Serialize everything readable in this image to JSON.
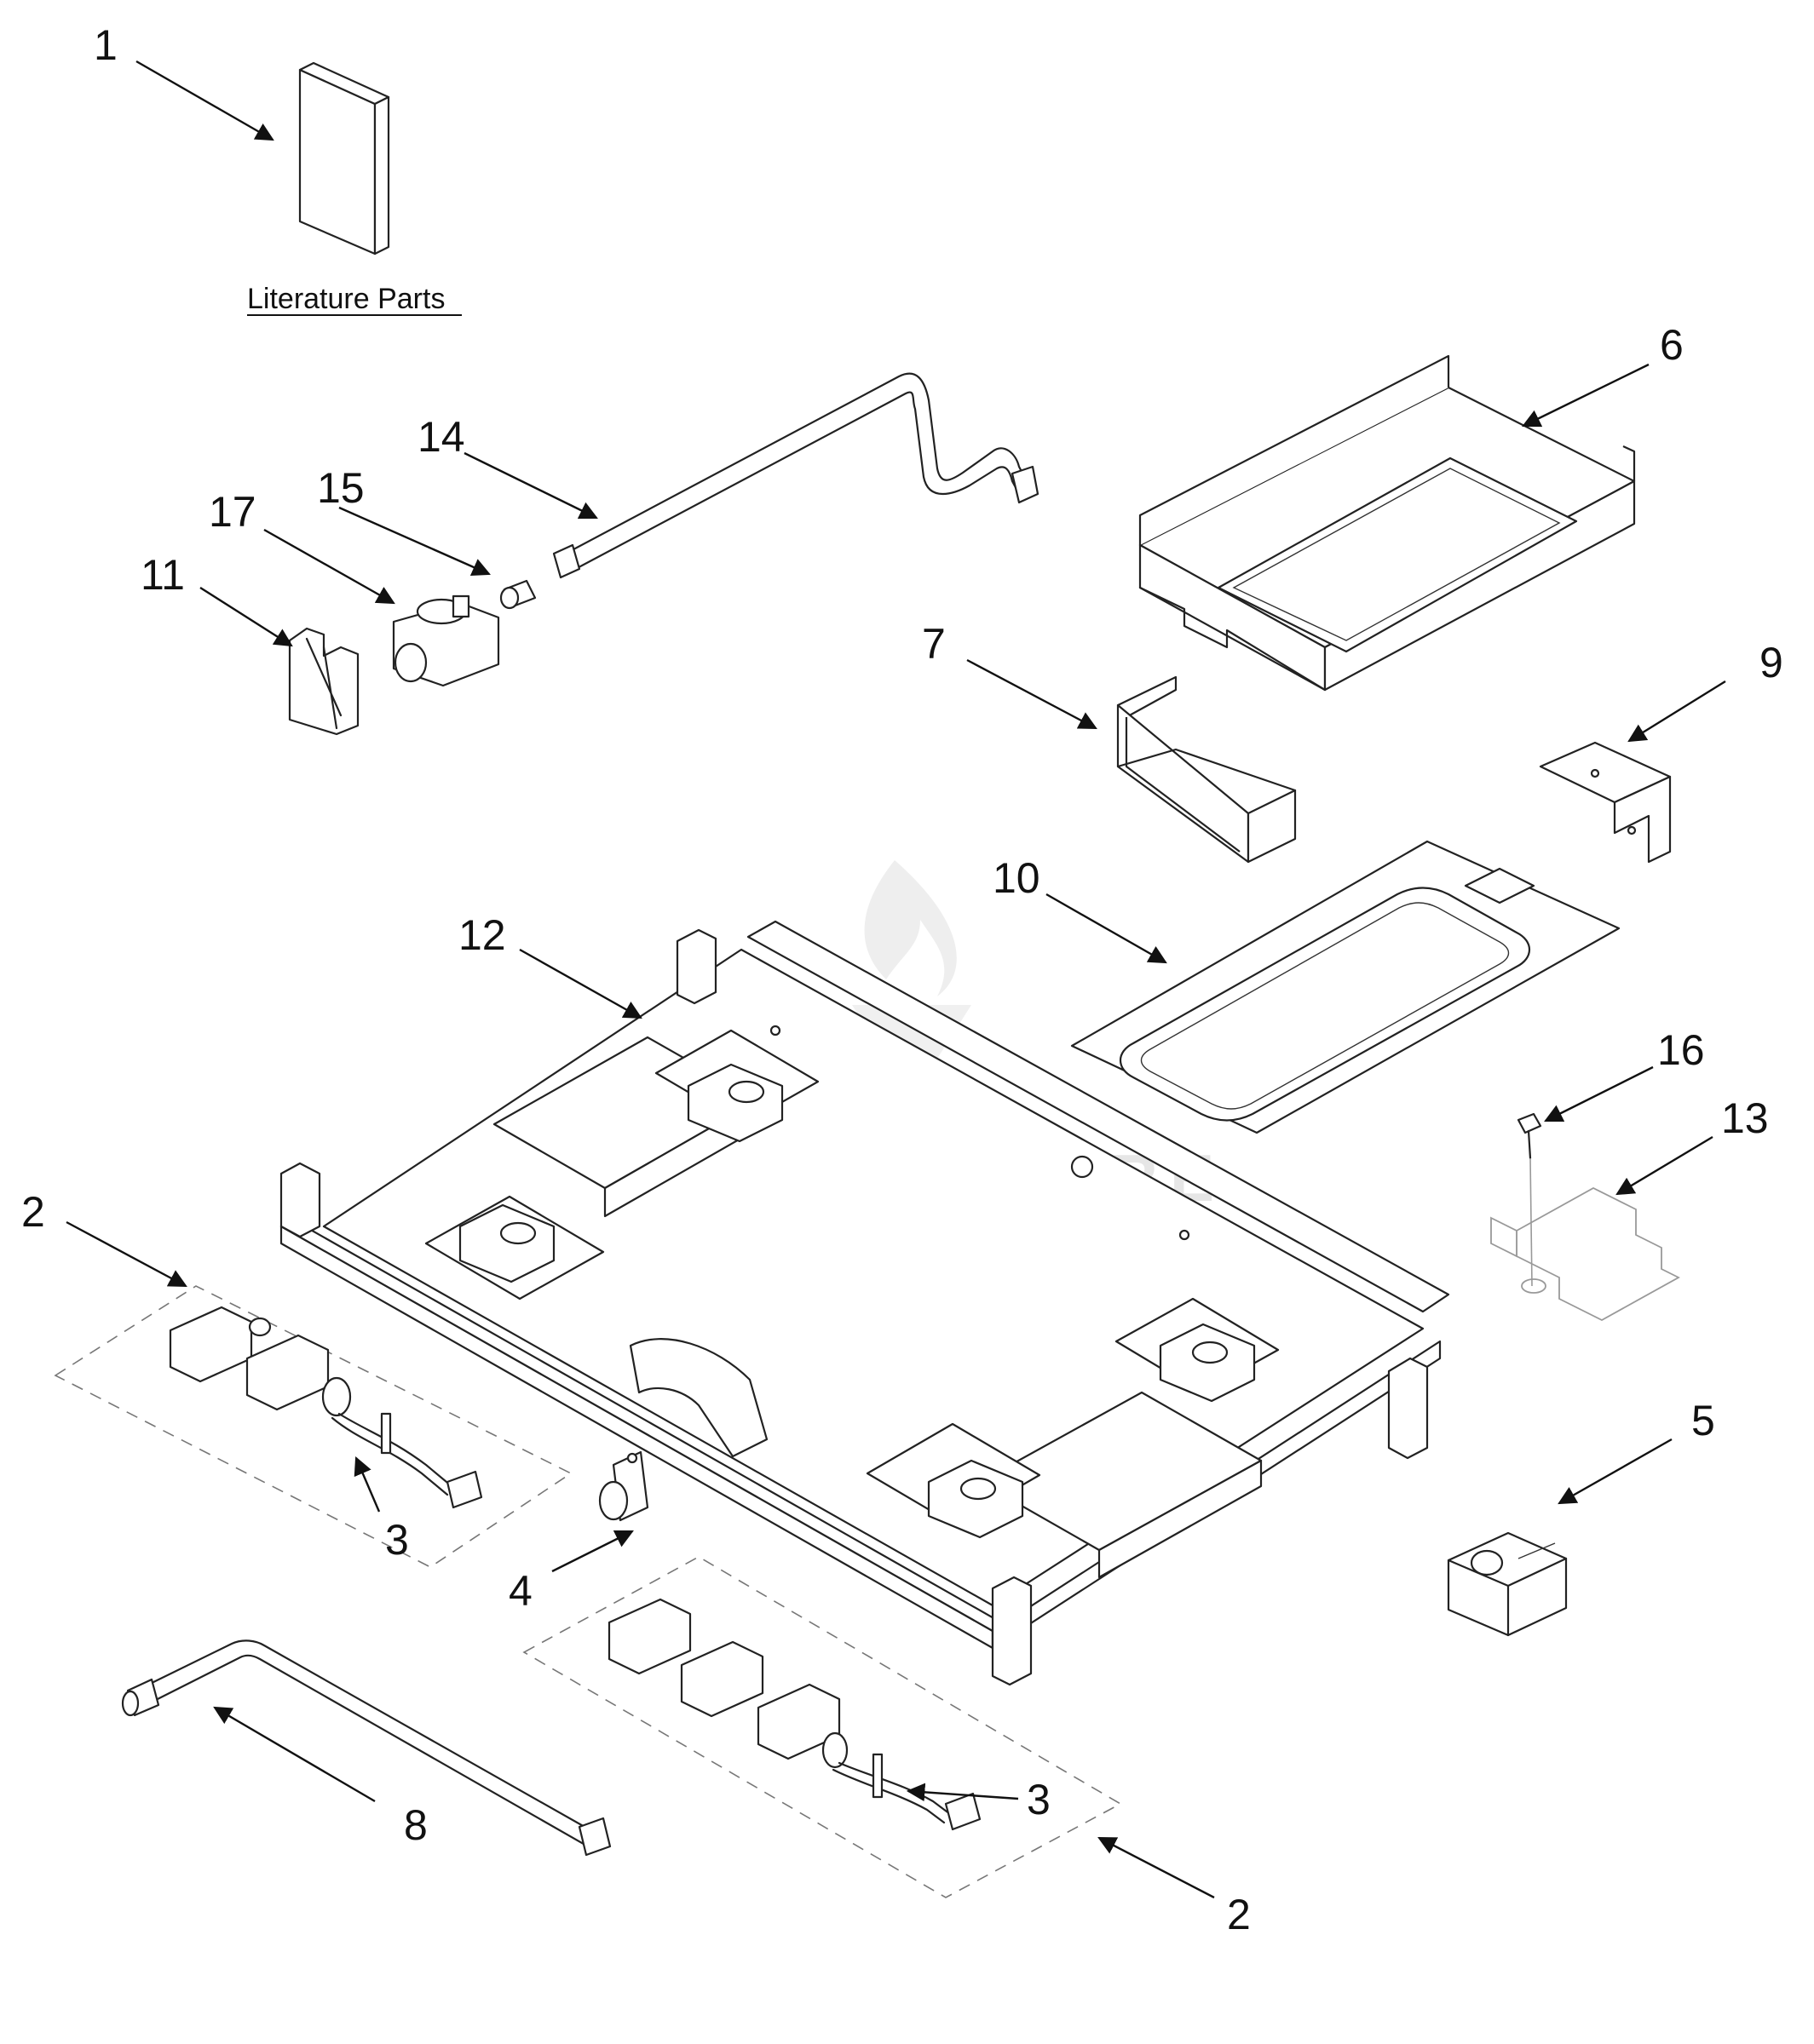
{
  "diagram": {
    "callouts": [
      {
        "id": "1",
        "label": "1"
      },
      {
        "id": "2a",
        "label": "2"
      },
      {
        "id": "2b",
        "label": "2"
      },
      {
        "id": "3a",
        "label": "3"
      },
      {
        "id": "3b",
        "label": "3"
      },
      {
        "id": "4",
        "label": "4"
      },
      {
        "id": "5",
        "label": "5"
      },
      {
        "id": "6",
        "label": "6"
      },
      {
        "id": "7",
        "label": "7"
      },
      {
        "id": "8",
        "label": "8"
      },
      {
        "id": "9",
        "label": "9"
      },
      {
        "id": "10",
        "label": "10"
      },
      {
        "id": "11",
        "label": "11"
      },
      {
        "id": "12",
        "label": "12"
      },
      {
        "id": "13",
        "label": "13"
      },
      {
        "id": "14",
        "label": "14"
      },
      {
        "id": "15",
        "label": "15"
      },
      {
        "id": "16",
        "label": "16"
      },
      {
        "id": "17",
        "label": "17"
      }
    ],
    "literature_label": "Literature Parts",
    "watermark_text": "LEADVENTURE"
  }
}
